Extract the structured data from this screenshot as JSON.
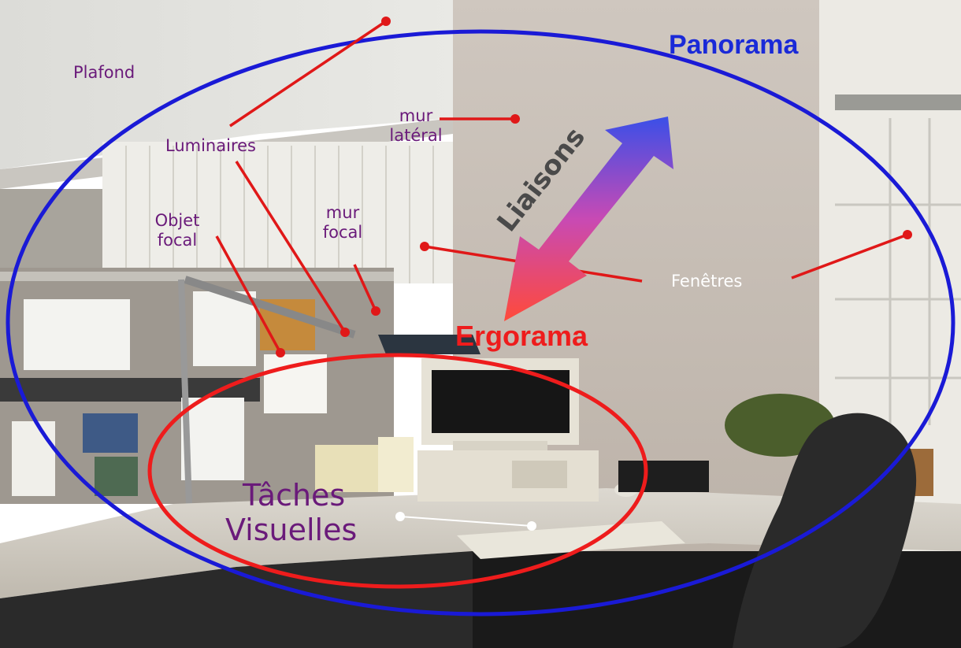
{
  "labels": {
    "plafond": "Plafond",
    "luminaires": "Luminaires",
    "mur_lateral_1": "mur",
    "mur_lateral_2": "latéral",
    "objet_focal_1": "Objet",
    "objet_focal_2": "focal",
    "mur_focal_1": "mur",
    "mur_focal_2": "focal",
    "fenetres": "Fenêtres",
    "panorama": "Panorama",
    "ergorama": "Ergorama",
    "liaisons": "Liaisons",
    "taches_1": "Tâches",
    "taches_2": "Visuelles"
  },
  "colors": {
    "panorama_ellipse": "#1a1ad6",
    "ergorama_ellipse": "#ee1c1c",
    "callout_line": "#e01818",
    "label_text": "#6a1a7a",
    "arrow_top": "#3a4fe8",
    "arrow_bottom": "#ff4a3a"
  }
}
